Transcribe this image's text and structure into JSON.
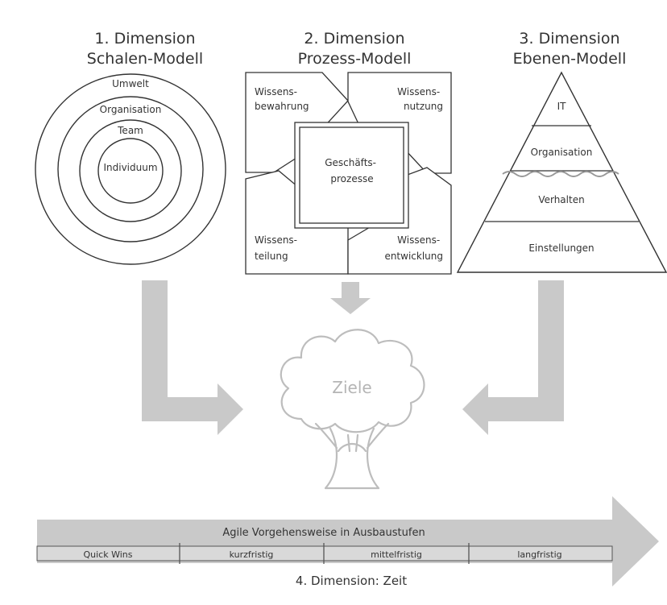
{
  "dimension1": {
    "title": "1. Dimension",
    "subtitle": "Schalen-Modell",
    "rings": [
      "Umwelt",
      "Organisation",
      "Team",
      "Individuum"
    ]
  },
  "dimension2": {
    "title": "2. Dimension",
    "subtitle": "Prozess-Modell",
    "center": [
      "Geschäfts-",
      "prozesse"
    ],
    "boxes": {
      "top_left": [
        "Wissens-",
        "bewahrung"
      ],
      "top_right": [
        "Wissens-",
        "nutzung"
      ],
      "bottom_left": [
        "Wissens-",
        "teilung"
      ],
      "bottom_right": [
        "Wissens-",
        "entwicklung"
      ]
    }
  },
  "dimension3": {
    "title": "3. Dimension",
    "subtitle": "Ebenen-Modell",
    "levels": [
      "IT",
      "Organisation",
      "Verhalten",
      "Einstellungen"
    ]
  },
  "goal": {
    "label": "Ziele"
  },
  "timeline": {
    "label": "Agile Vorgehensweise in Ausbaustufen",
    "stages": [
      "Quick Wins",
      "kurzfristig",
      "mittelfristig",
      "langfristig"
    ],
    "caption": "4. Dimension: Zeit"
  },
  "colors": {
    "arrow_fill": "#c9c9c9",
    "tree_stroke": "#bdbdbd",
    "goal_text": "#b5b5b5",
    "line": "#333333"
  }
}
